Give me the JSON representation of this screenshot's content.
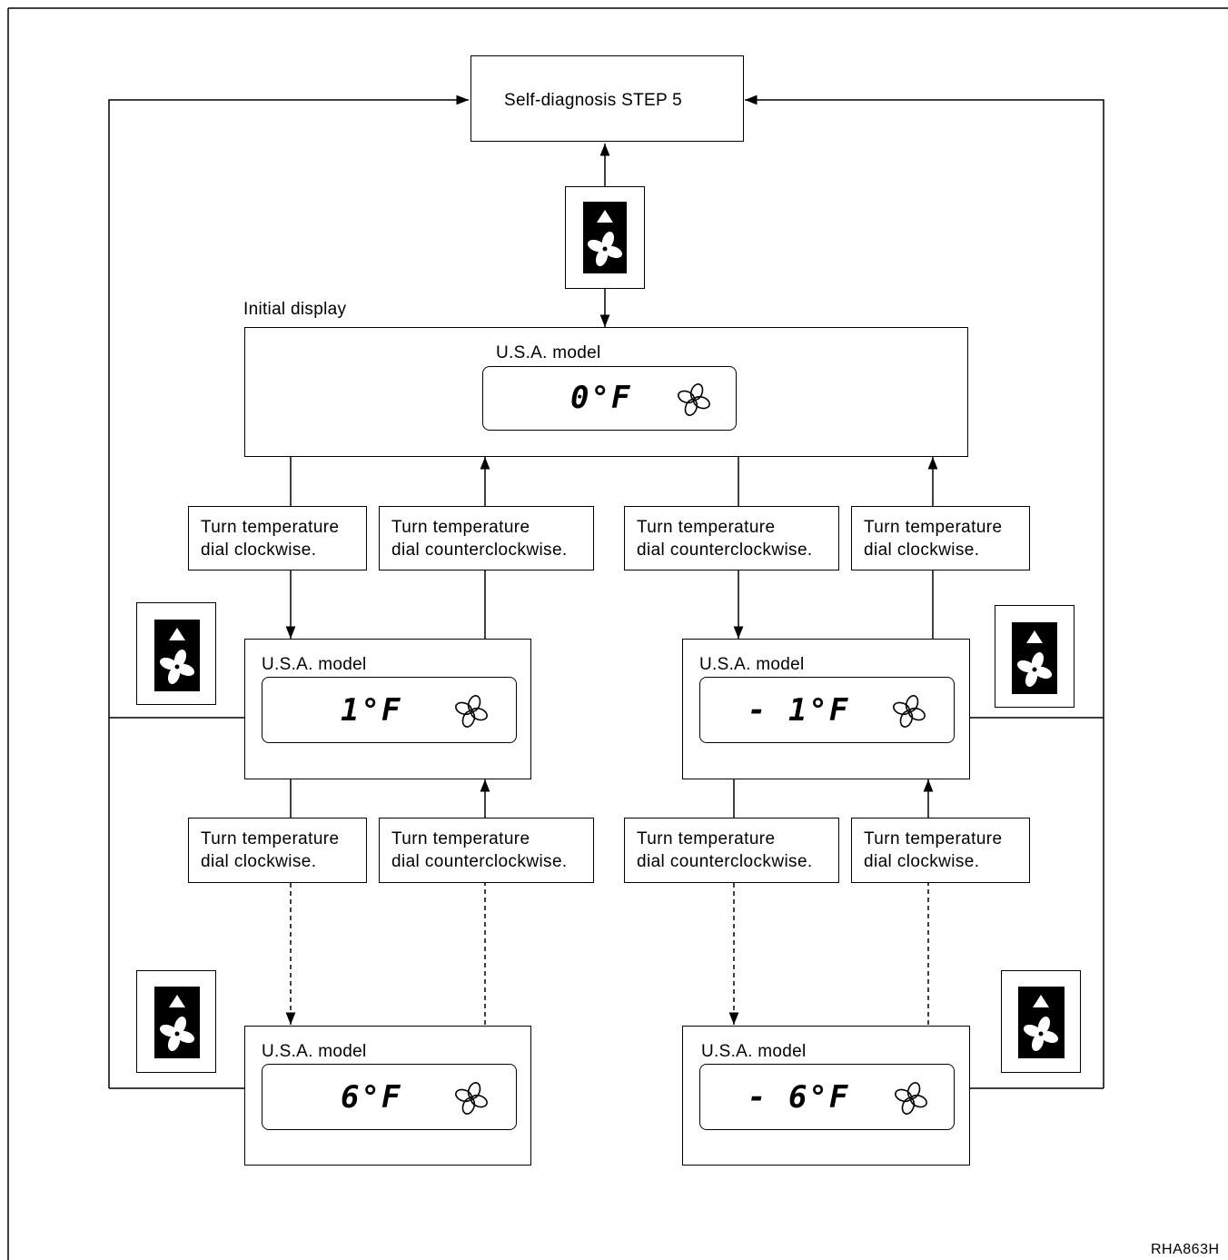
{
  "step_box": {
    "label": "Self-diagnosis STEP 5"
  },
  "initial_display_label": "Initial display",
  "model_label": "U.S.A. model",
  "displays": {
    "initial": {
      "temp": "0°F"
    },
    "plus1": {
      "temp": "1°F"
    },
    "minus1": {
      "temp": "- 1°F"
    },
    "plus6": {
      "temp": "6°F"
    },
    "minus6": {
      "temp": "- 6°F"
    }
  },
  "instructions": {
    "cw": "Turn temperature\ndial clockwise.",
    "ccw": "Turn temperature\ndial counterclockwise."
  },
  "icons": {
    "fan_button": "fan-up-button-icon",
    "fan": "fan-icon"
  },
  "figure_code": "RHA863H"
}
